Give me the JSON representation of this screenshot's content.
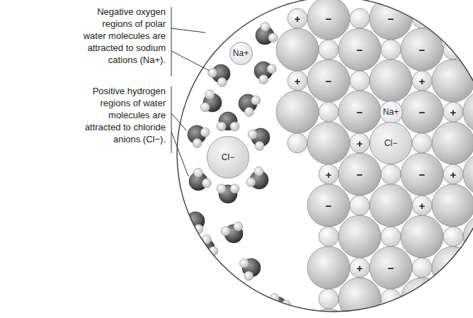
{
  "diagram": {
    "nodes": [
      {
        "text": [
          "Na+"
        ]
      },
      {
        "text": [
          "Na+"
        ]
      },
      {
        "text": [
          "Cl−"
        ]
      },
      {
        "text": [
          "Cl−"
        ]
      }
    ],
    "labels": [
      "Negative oxygen regions of polar water molecules are attracted to sodium cations (Na+).",
      "Positive hydrogen regions of water molecules are attracted to chloride anions (Cl−).",
      "+",
      "+",
      "+",
      "+",
      "+",
      "+",
      "+",
      "+",
      "+",
      "−",
      "−",
      "−",
      "−",
      "−",
      "−",
      "−",
      "−",
      "−",
      "−",
      "−"
    ]
  }
}
